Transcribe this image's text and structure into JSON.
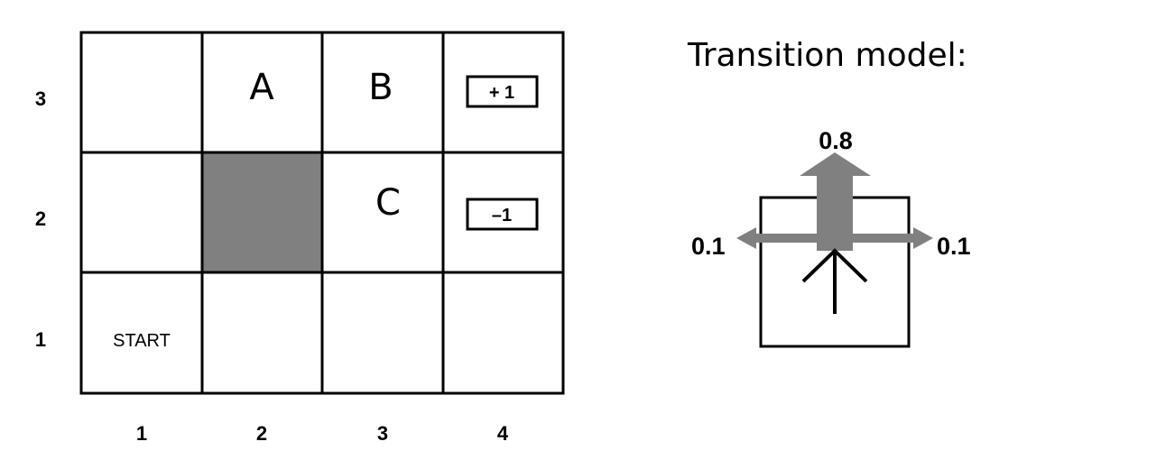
{
  "grid": {
    "columns": 4,
    "rows": 3,
    "x_labels": [
      "1",
      "2",
      "3",
      "4"
    ],
    "y_labels": [
      "3",
      "2",
      "1"
    ],
    "wall_cell": {
      "col": 2,
      "row": 2
    },
    "wall_color": "#808080",
    "letters": {
      "a": "A",
      "b": "B",
      "c": "C"
    },
    "start_label": "START",
    "reward_pos": "+ 1",
    "reward_neg": "–1"
  },
  "transition": {
    "title": "Transition model:",
    "prob_forward": "0.8",
    "prob_left": "0.1",
    "prob_right": "0.1",
    "arrow_color": "#808080"
  }
}
